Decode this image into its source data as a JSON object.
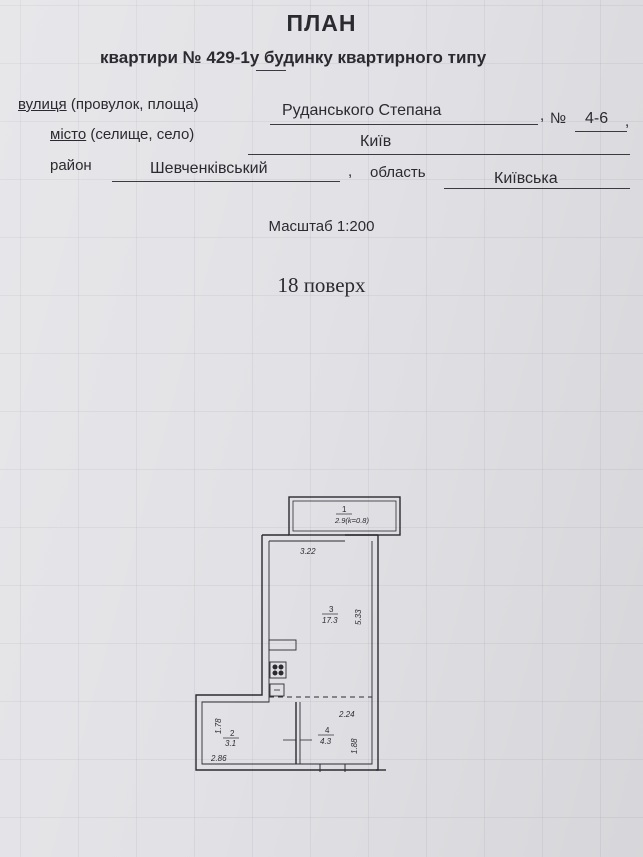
{
  "header": {
    "title": "ПЛАН",
    "subtitle_prefix": "квартири № ",
    "apartment_number": "429-1",
    "subtitle_suffix": "у будинку квартирного типу"
  },
  "address": {
    "street_label": "вулиця",
    "street_label_rest": " (провулок, площа)",
    "street_value": "Руданського Степана",
    "comma": ",",
    "number_label": "№",
    "number_value": "4-6",
    "city_label": "місто",
    "city_label_rest": " (селище, село)",
    "city_value": "Київ",
    "district_label": "район",
    "district_value": "Шевченківський",
    "region_label": "область",
    "region_value": "Київська"
  },
  "scale": "Масштаб 1:200",
  "floor": "18 поверх",
  "plan": {
    "balcony_room": "1",
    "balcony_area": "2.9(k=0.8)",
    "main_room": "3",
    "main_area": "17.3",
    "bath_room": "2",
    "bath_area": "3.1",
    "hall_room": "4",
    "hall_area": "4.3",
    "dim_width_top": "3.22",
    "dim_height_main": "5.33",
    "dim_hall_width": "2.24",
    "dim_bath_height": "1.78",
    "dim_bath_width": "2.86",
    "dim_hall_height": "1.88"
  }
}
